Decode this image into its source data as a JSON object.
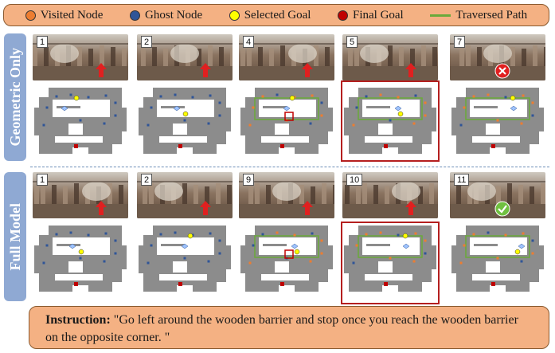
{
  "legend": {
    "items": [
      {
        "label": "Visited Node",
        "color": "#ed7d31",
        "kind": "dot"
      },
      {
        "label": "Ghost Node",
        "color": "#2f5597",
        "kind": "dot"
      },
      {
        "label": "Selected Goal",
        "color": "#ffff00",
        "kind": "dot"
      },
      {
        "label": "Final Goal",
        "color": "#c00000",
        "kind": "dot"
      },
      {
        "label": "Traversed Path",
        "color": "#6aaa3a",
        "kind": "line"
      }
    ]
  },
  "rows": [
    {
      "label": "Geometric Only",
      "steps": [
        {
          "num": "1",
          "status": "none",
          "highlight": false,
          "selected_box": false
        },
        {
          "num": "2",
          "status": "none",
          "highlight": false,
          "selected_box": false
        },
        {
          "num": "4",
          "status": "none",
          "highlight": false,
          "selected_box": true
        },
        {
          "num": "5",
          "status": "none",
          "highlight": true,
          "selected_box": false
        },
        {
          "num": "7",
          "status": "fail",
          "highlight": false,
          "selected_box": false
        }
      ]
    },
    {
      "label": "Full Model",
      "steps": [
        {
          "num": "1",
          "status": "none",
          "highlight": false,
          "selected_box": false
        },
        {
          "num": "2",
          "status": "none",
          "highlight": false,
          "selected_box": false
        },
        {
          "num": "9",
          "status": "none",
          "highlight": false,
          "selected_box": true
        },
        {
          "num": "10",
          "status": "none",
          "highlight": true,
          "selected_box": false
        },
        {
          "num": "11",
          "status": "success",
          "highlight": false,
          "selected_box": false
        }
      ]
    }
  ],
  "instruction": {
    "label": "Instruction:",
    "text": "\"Go left around the wooden barrier and stop once you reach the wooden barrier on the opposite corner. \""
  },
  "colors": {
    "legend_bg": "#f4b183",
    "side_label_bg": "#8fa9d3",
    "highlight_border": "#b51f1f",
    "map_floor": "#8c8c8c",
    "fail_badge": "#e02020",
    "success_badge": "#70c040"
  }
}
